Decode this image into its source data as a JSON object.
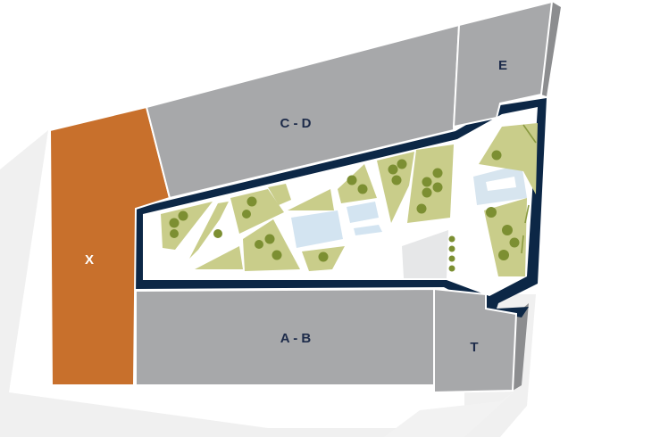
{
  "buildings": {
    "x": {
      "label": "X",
      "color": "#c8702c"
    },
    "cd": {
      "label": "C - D",
      "color": "#a7a8aa"
    },
    "e": {
      "label": "E",
      "color": "#a7a8aa"
    },
    "ab": {
      "label": "A - B",
      "color": "#a7a8aa"
    },
    "t": {
      "label": "T",
      "color": "#a7a8aa"
    }
  },
  "colors": {
    "label_text": "#1d2b4a",
    "label_text_on_orange": "#ffffff",
    "courtyard_wall": "#0c2746",
    "garden_bed": "#c9cd8a",
    "tree": "#7c8f32",
    "pond": "#cfe2f1",
    "paving": "#e6e7e8",
    "shadow": "#efefef",
    "building_side": "#8c8d8f"
  },
  "icons": {
    "tree": "tree-icon",
    "water": "pond-icon"
  }
}
